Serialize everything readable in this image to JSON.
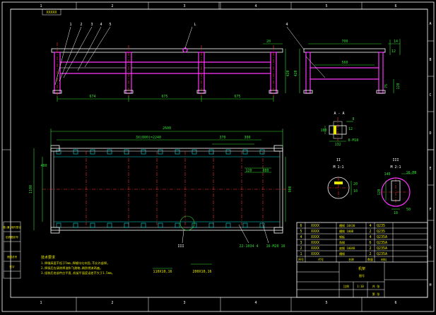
{
  "frame": {
    "col_numbers": [
      "1",
      "2",
      "3",
      "4",
      "5",
      "6"
    ],
    "col_numbers_bottom": [
      "1",
      "2",
      "3",
      "4",
      "5",
      "6"
    ],
    "row_letters": [
      "A",
      "B",
      "C",
      "D",
      "E",
      "F",
      "G",
      "H"
    ],
    "stamp_top_left": "XXXXX"
  },
  "front_view": {
    "leader_labels": [
      "1",
      "2",
      "3",
      "4",
      "5"
    ],
    "section_mark": "L",
    "dim_height": "420",
    "dim_end": "20",
    "dims_bottom": [
      "674",
      "675",
      "675"
    ]
  },
  "side_view": {
    "leader_label": "4",
    "dim_top": "700",
    "dim_inner": "560",
    "dim_height": "420",
    "dim_right": [
      "12",
      "120",
      "75"
    ],
    "dim_top_right": "14"
  },
  "plan_view": {
    "dim_overall": "2600",
    "dim_spacing": "3X(800)=2240",
    "dim_right_top": [
      "370",
      "300"
    ],
    "dims_left": [
      "480"
    ],
    "dim_height_left": "1100",
    "dim_height_right": "900",
    "dims_inner": [
      "120",
      "880"
    ],
    "callouts": [
      "22-1034 4",
      "16-M20 16"
    ],
    "detail_mark": "III"
  },
  "section_aa": {
    "title": "A - A",
    "dims": [
      "100",
      "12",
      "132",
      "8"
    ],
    "weld_note": "8-M16"
  },
  "detail_ii": {
    "title": "II",
    "scale": "M 1:1",
    "dims": [
      "20",
      "10"
    ]
  },
  "detail_iii": {
    "title": "III",
    "scale": "M 2:1",
    "dims": [
      "16-M8",
      "120",
      "140",
      "18",
      "50"
    ]
  },
  "tech_notes": {
    "heading": "技术要求",
    "lines": [
      "1.焊缝高度不低于5mm,焊缝均匀牢固,不允许虚焊。",
      "2.焊接后应清除焊渣和飞溅物,刷防锈漆两遍。",
      "3.组装后各部件应平直,机架平面度误差不大于1.5mm。"
    ]
  },
  "bottom_marks": [
    "110X10,16",
    "200X10,16"
  ],
  "left_stamps": [
    "借(通)用件登记",
    "旧底图总号",
    "底图总号",
    "签字"
  ],
  "bom": {
    "rows": [
      {
        "no": "6",
        "code": "XXXX",
        "name": "槽钢 10X30",
        "qty": "4",
        "mat": "Q235"
      },
      {
        "no": "5",
        "code": "XXXX",
        "name": "槽钢 100B",
        "qty": "2",
        "mat": "Q235"
      },
      {
        "no": "4",
        "code": "XXXX",
        "name": "钢板",
        "qty": "4",
        "mat": "Q235A"
      },
      {
        "no": "3",
        "code": "XXXX",
        "name": "角钢",
        "qty": "6",
        "mat": "Q235A"
      },
      {
        "no": "2",
        "code": "XXXX",
        "name": "扁钢 100X8",
        "qty": "2",
        "mat": "Q235A"
      },
      {
        "no": "1",
        "code": "XXXX",
        "name": "槽钢",
        "qty": "2",
        "mat": "Q235A"
      }
    ],
    "header": [
      "序号",
      "代号",
      "名称",
      "数量",
      "材料"
    ],
    "title_block": {
      "drawing_name": "机架",
      "sub": "图号",
      "scale_label": "比例",
      "scale": "1:10",
      "sheet_label": "共 张",
      "sheet": "第 张"
    }
  },
  "colors": {
    "background": "#000000",
    "outline": "#ffffff",
    "member": "#ff33ff",
    "centerline": "#ff3030",
    "dimension": "#33dd33",
    "hatch": "#e8e800",
    "detail": "#00e0e0"
  }
}
